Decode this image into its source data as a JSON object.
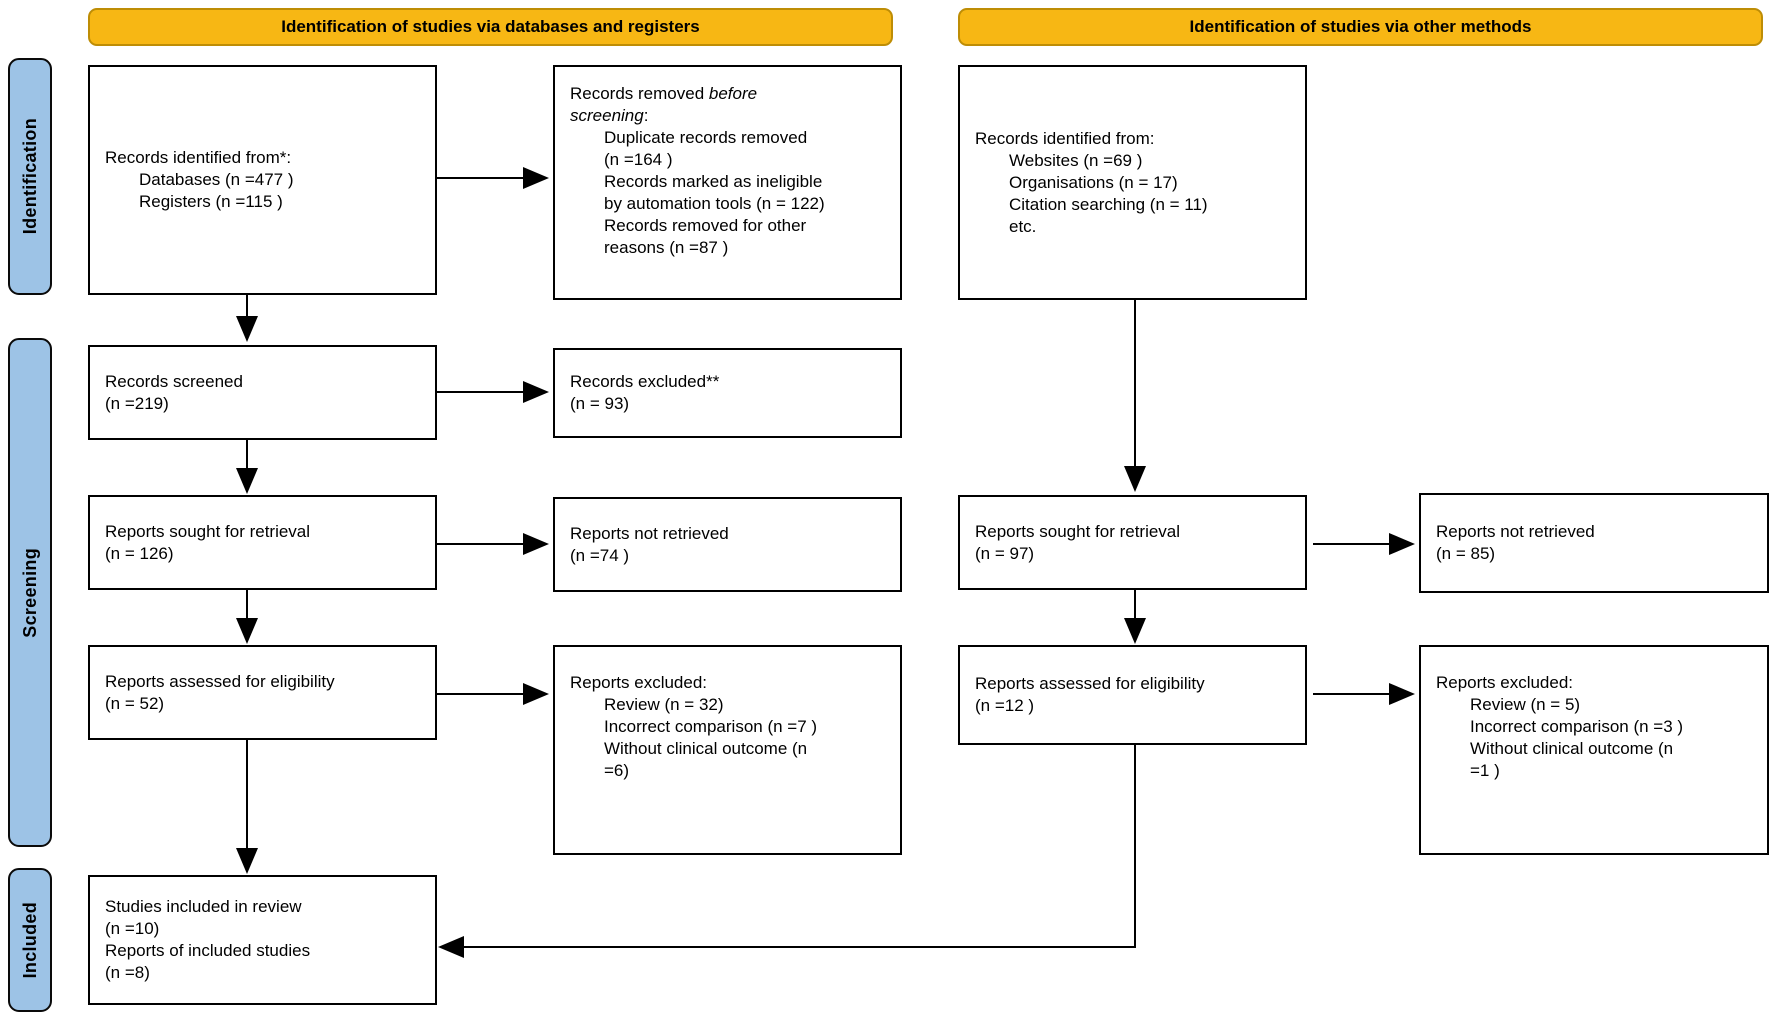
{
  "headers": {
    "left": "Identification of studies via databases and registers",
    "right": "Identification of studies via other methods"
  },
  "stages": {
    "identification": "Identification",
    "screening": "Screening",
    "included": "Included"
  },
  "colors": {
    "header_bg": "#F7B714",
    "header_border": "#BE8D05",
    "stage_bg": "#9DC3E6",
    "box_border": "#000000",
    "arrow": "#000000"
  },
  "boxes": {
    "records_identified_db": {
      "l1": "Records identified from*:",
      "i1": "Databases (n =477 )",
      "i2": "Registers (n =115 )"
    },
    "records_removed": {
      "l1_normal": "Records removed ",
      "l1_italic": "before",
      "l2_italic": "screening",
      "l2_normal": ":",
      "i1": "Duplicate records removed",
      "i2": "(n =164 )",
      "i3": "Records marked as ineligible",
      "i4": "by automation tools (n = 122)",
      "i5": "Records removed for other",
      "i6": "reasons (n =87 )"
    },
    "records_identified_other": {
      "l1": "Records identified from:",
      "i1": "Websites (n =69 )",
      "i2": "Organisations (n = 17)",
      "i3": "Citation searching (n = 11)",
      "i4": "etc."
    },
    "records_screened": {
      "l1": "Records screened",
      "l2": "(n =219)"
    },
    "records_excluded": {
      "l1": "Records excluded**",
      "l2": "(n = 93)"
    },
    "reports_sought_db": {
      "l1": "Reports sought for retrieval",
      "l2": "(n = 126)"
    },
    "reports_not_retrieved_db": {
      "l1": "Reports not retrieved",
      "l2": "(n =74 )"
    },
    "reports_sought_other": {
      "l1": "Reports sought for retrieval",
      "l2": "(n = 97)"
    },
    "reports_not_retrieved_other": {
      "l1": "Reports not retrieved",
      "l2": "(n = 85)"
    },
    "reports_assessed_db": {
      "l1": "Reports assessed for eligibility",
      "l2": "(n = 52)"
    },
    "reports_excluded_db": {
      "l1": "Reports excluded:",
      "i1": "Review (n = 32)",
      "i2": "Incorrect comparison (n =7 )",
      "i3": "Without clinical outcome (n",
      "i4": "=6)"
    },
    "reports_assessed_other": {
      "l1": "Reports assessed for eligibility",
      "l2": "(n =12 )"
    },
    "reports_excluded_other": {
      "l1": "Reports excluded:",
      "i1": "Review (n = 5)",
      "i2": "Incorrect comparison (n =3 )",
      "i3": "Without clinical outcome (n",
      "i4": "=1 )"
    },
    "studies_included": {
      "l1": "Studies included in review",
      "l2": "(n =10)",
      "l3": "Reports of included studies",
      "l4": "(n =8)"
    }
  }
}
